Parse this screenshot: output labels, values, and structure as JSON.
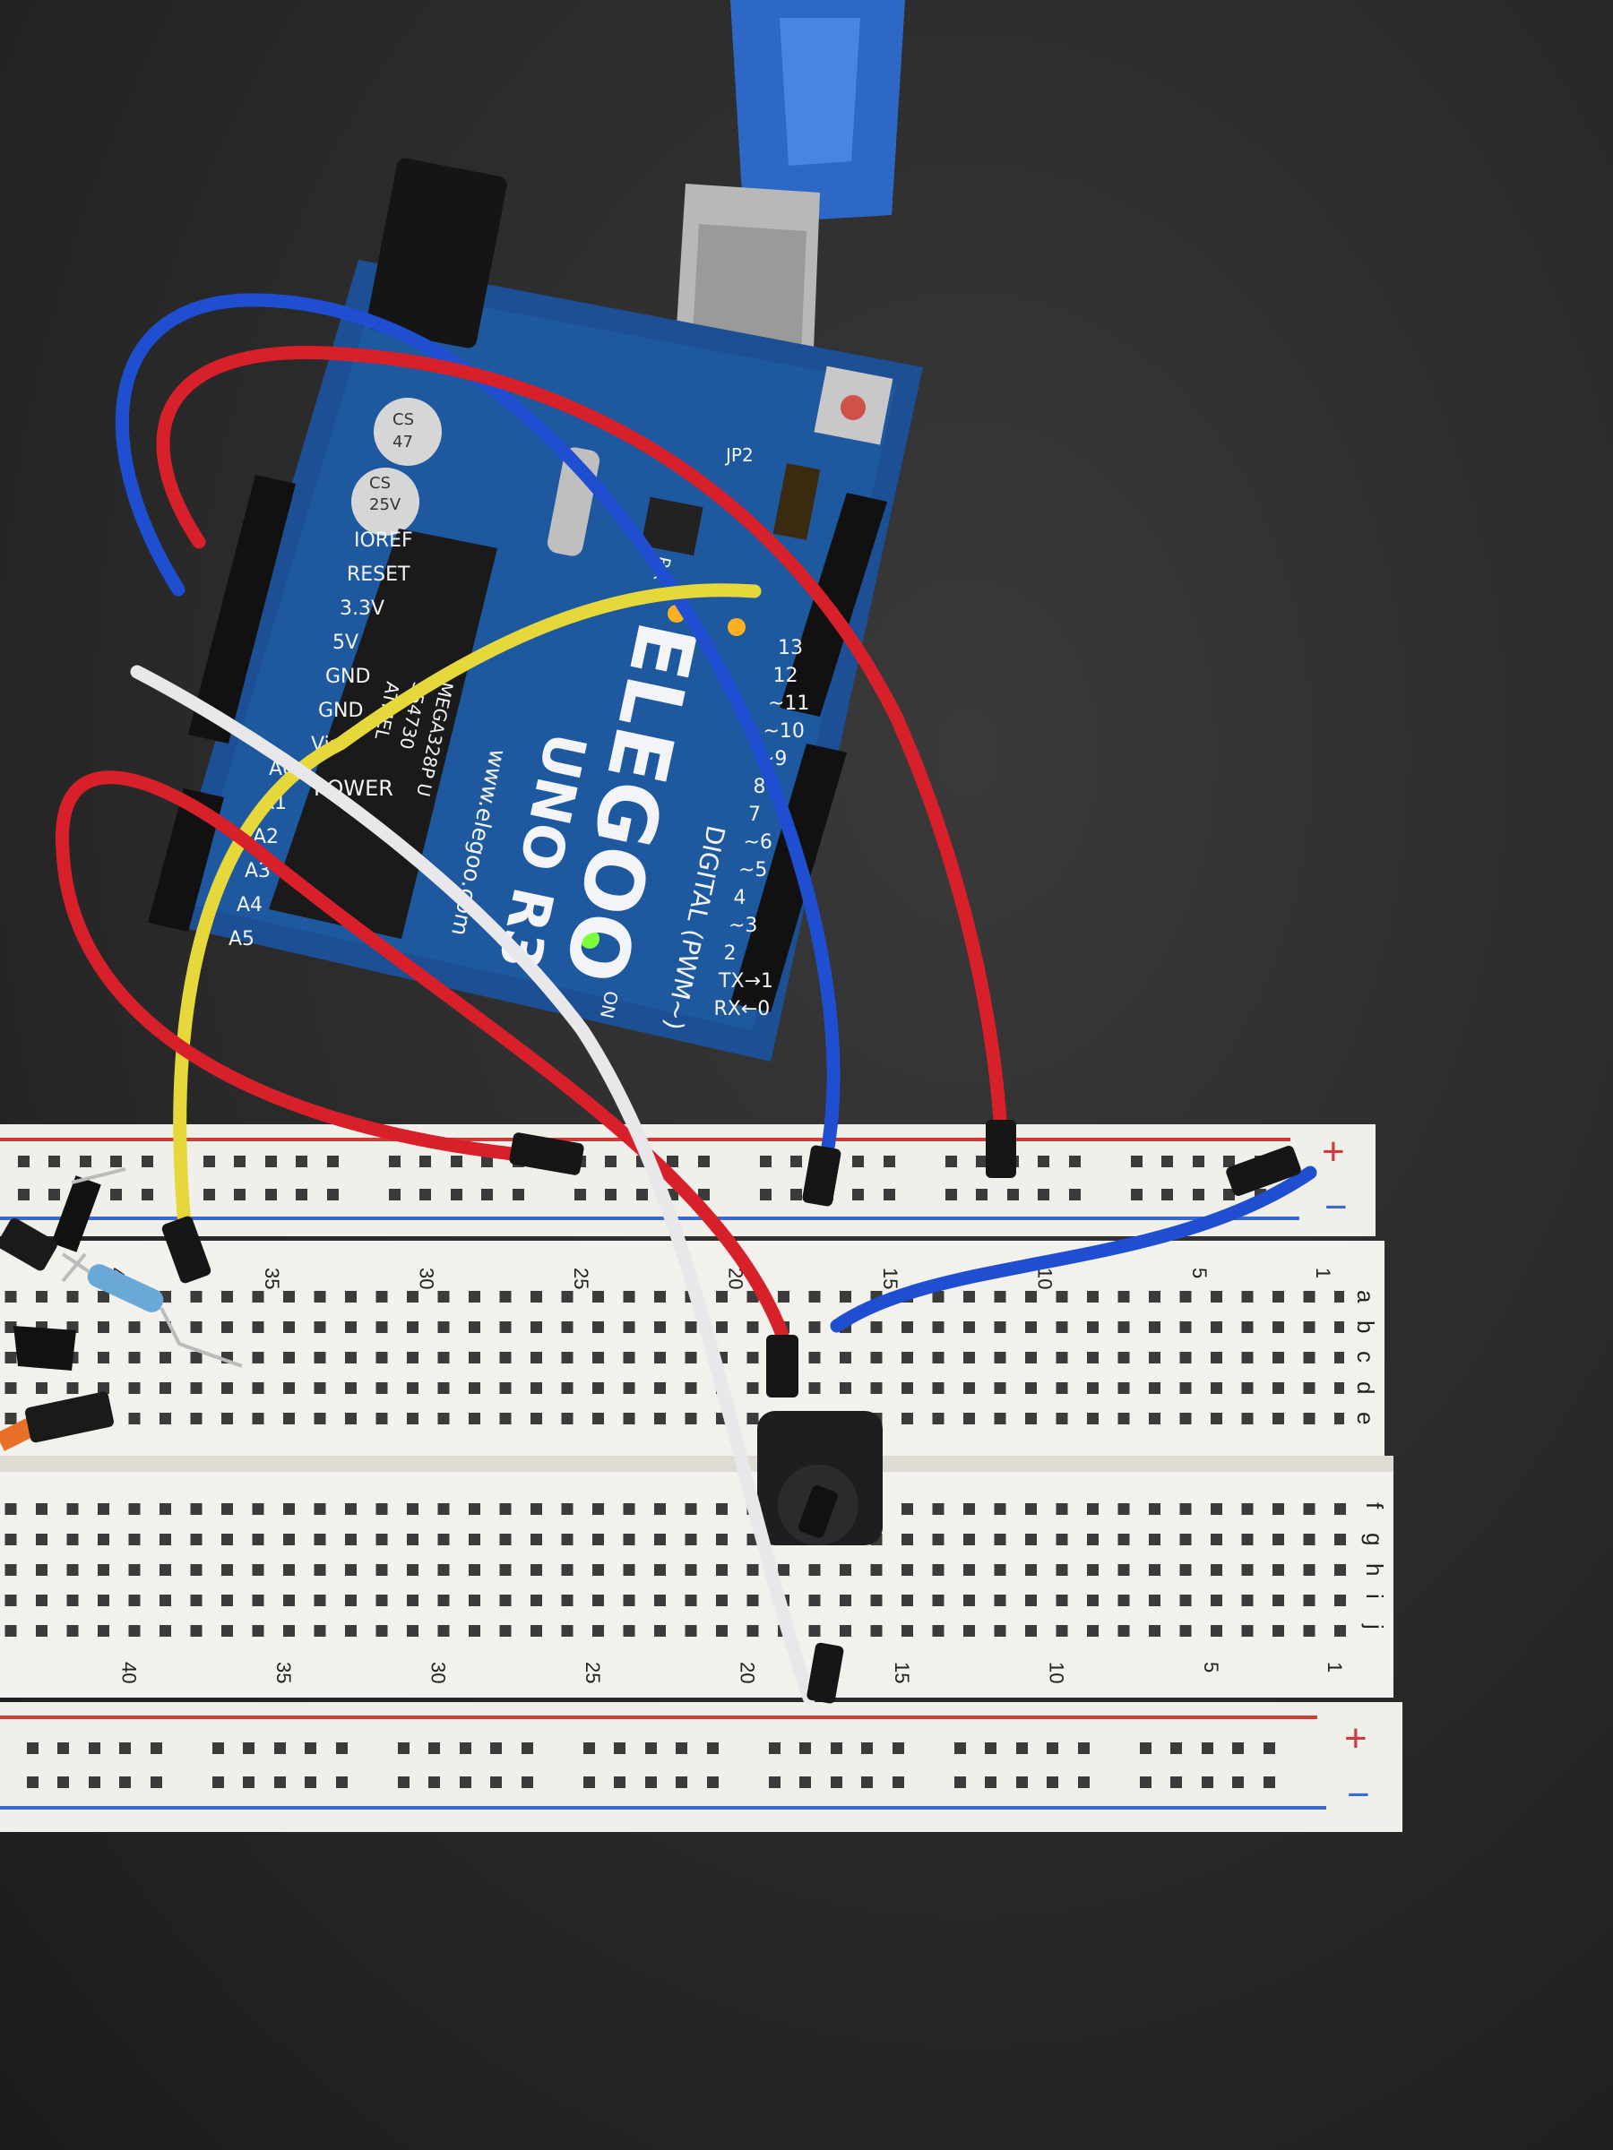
{
  "board": {
    "brand": "ELEGOO",
    "model": "UNO R3",
    "website": "www.elegoo.com",
    "digital_label": "DIGITAL (PWM~)",
    "power_label": "POWER",
    "power_pins": [
      "IOREF",
      "RESET",
      "3.3V",
      "5V",
      "GND",
      "GND",
      "Vin"
    ],
    "analog_pins": [
      "A0",
      "A1",
      "A2",
      "A3",
      "A4",
      "A5"
    ],
    "digital_pins": [
      "13",
      "12",
      "~11",
      "~10",
      "~9",
      "8",
      "7",
      "~6",
      "~5",
      "4",
      "~3",
      "2",
      "TX→1",
      "RX←0"
    ],
    "on_label": "ON",
    "jp2_label": "JP2",
    "rx_label": "RX",
    "capacitor_text": [
      "CS",
      "47",
      "25V"
    ],
    "chip_text": [
      "ATMEL",
      "354730",
      "MEGA328P U"
    ],
    "led_colors": {
      "power": "#7dff3a",
      "tx_rx": "#ffb020"
    },
    "board_color": "#1c4f94"
  },
  "breadboard": {
    "column_numbers": [
      "40",
      "35",
      "30",
      "25",
      "20",
      "15",
      "10",
      "5",
      "1"
    ],
    "row_letters_top": [
      "a",
      "b",
      "c",
      "d",
      "e"
    ],
    "row_letters_bottom": [
      "f",
      "g",
      "h",
      "i",
      "j"
    ],
    "plus": "+",
    "minus": "−"
  },
  "wire_colors": {
    "red": "#d8202a",
    "blue": "#1f4fd0",
    "yellow": "#e6d83a",
    "white": "#e8e8ea"
  }
}
